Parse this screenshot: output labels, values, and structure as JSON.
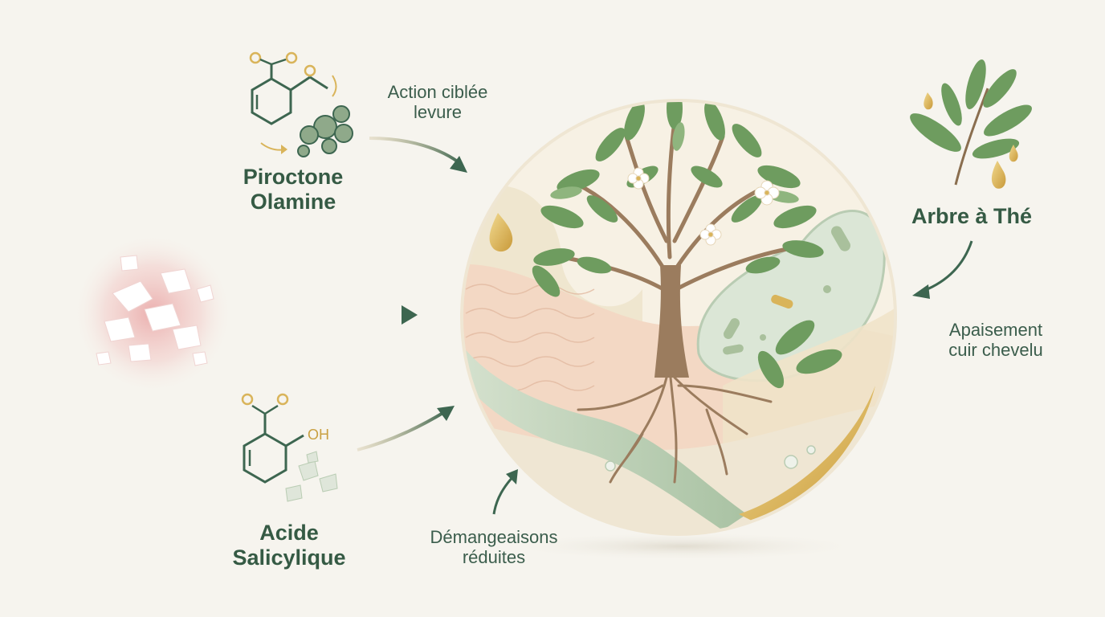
{
  "colors": {
    "background": "#f6f4ee",
    "green_dark": "#2f5a46",
    "leaf_green": "#6e9c5f",
    "sage": "#b9ccb3",
    "gold": "#d9b45a",
    "skin_pink": "#f3d8c4",
    "irritation_red": "#e9a3a3"
  },
  "ingredients": {
    "piroctone": {
      "name_line1": "Piroctone",
      "name_line2": "Olamine",
      "icon": "molecule-with-yeast-icon"
    },
    "salicylic": {
      "name_line1": "Acide",
      "name_line2": "Salicylique",
      "icon": "salicylic-molecule-icon",
      "oh_label": "OH"
    },
    "tea_tree": {
      "name": "Arbre à Thé",
      "icon": "tea-tree-leaf-icon"
    }
  },
  "effects": {
    "yeast_action": {
      "line1": "Action ciblée",
      "line2": "levure"
    },
    "soothing": {
      "line1": "Apaisement",
      "line2": "cuir chevelu"
    },
    "itch_reduction": {
      "line1": "Démangeaisons",
      "line2": "réduites"
    }
  },
  "central_visual": {
    "icon": "tree-scalp-circle-icon"
  },
  "flakes_visual": {
    "icon": "dandruff-flakes-icon"
  }
}
